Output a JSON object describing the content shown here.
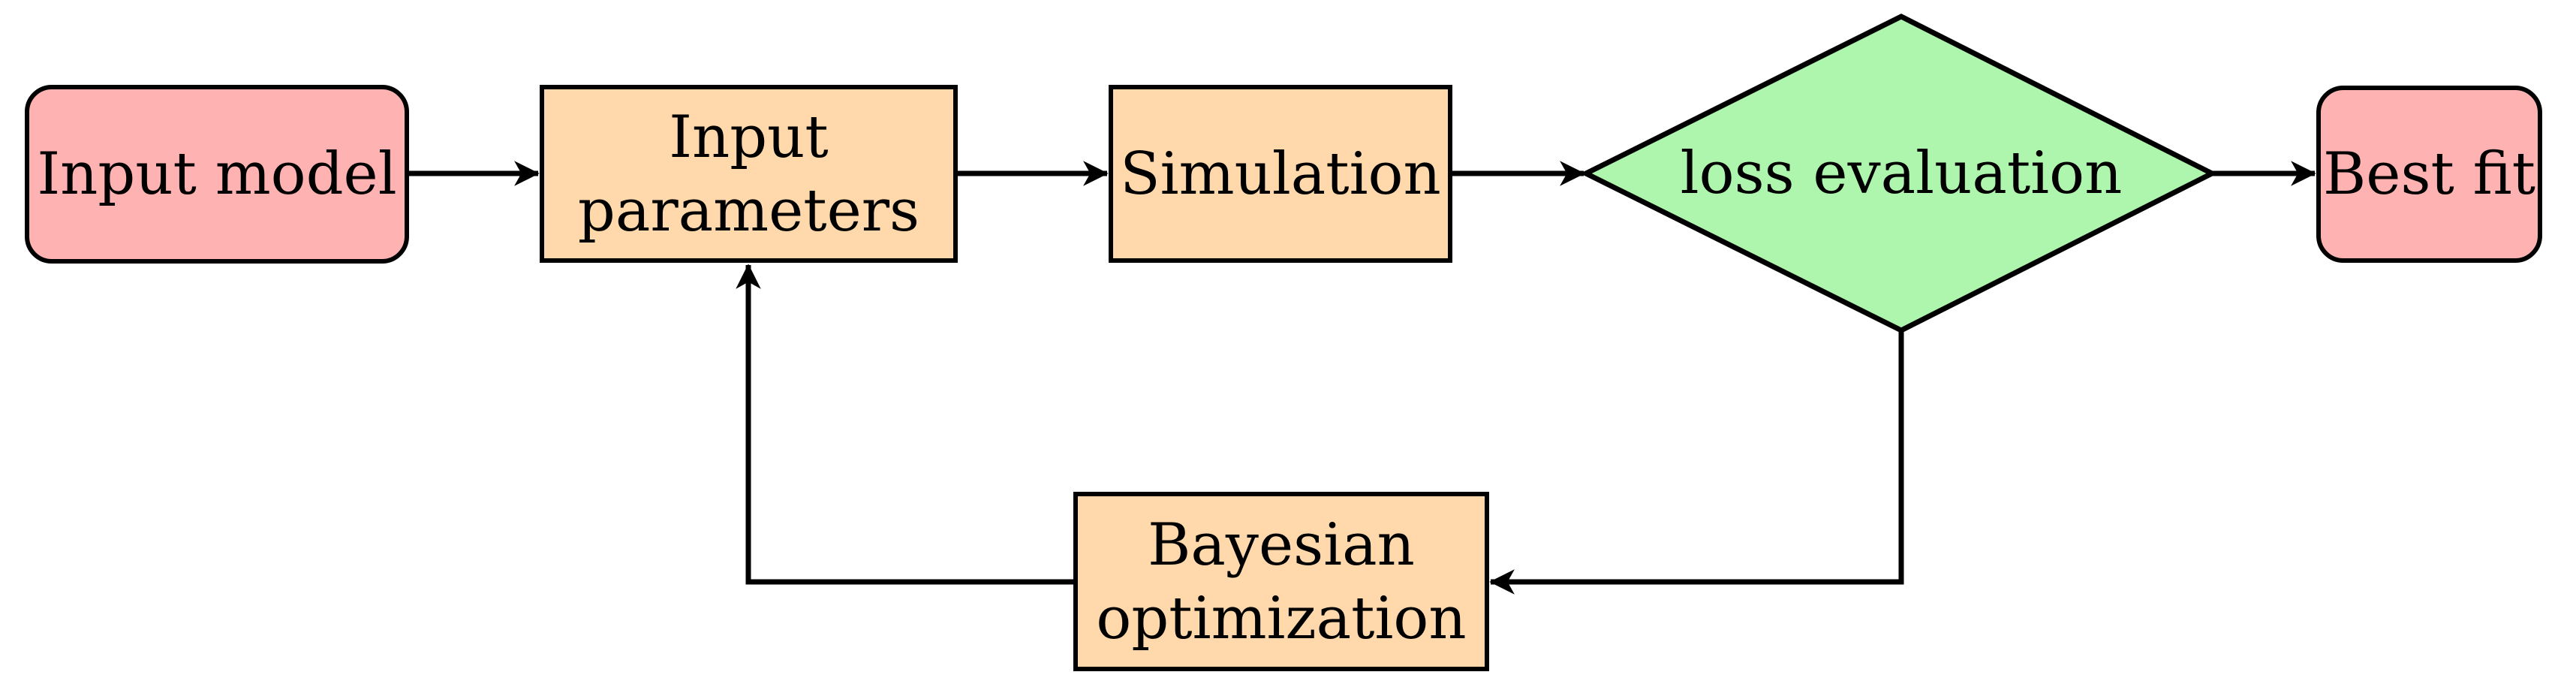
{
  "diagram": {
    "type": "flowchart",
    "nodes": {
      "input_model": {
        "label": "Input model",
        "shape": "rounded-rectangle",
        "fill": "#ffb2b2"
      },
      "input_parameters": {
        "label": "Input\nparameters",
        "shape": "rectangle",
        "fill": "#ffd9ac"
      },
      "simulation": {
        "label": "Simulation",
        "shape": "rectangle",
        "fill": "#ffd9ac"
      },
      "loss_evaluation": {
        "label": "loss evaluation",
        "shape": "diamond",
        "fill": "#aef5ae"
      },
      "best_fit": {
        "label": "Best fit",
        "shape": "rounded-rectangle",
        "fill": "#ffb2b2"
      },
      "bayesian_optimization": {
        "label": "Bayesian\noptimization",
        "shape": "rectangle",
        "fill": "#ffd9ac"
      }
    },
    "edges": [
      {
        "from": "input_model",
        "to": "input_parameters",
        "style": "arrow"
      },
      {
        "from": "input_parameters",
        "to": "simulation",
        "style": "arrow"
      },
      {
        "from": "simulation",
        "to": "loss_evaluation",
        "style": "arrow"
      },
      {
        "from": "loss_evaluation",
        "to": "best_fit",
        "style": "arrow"
      },
      {
        "from": "loss_evaluation",
        "to": "bayesian_optimization",
        "style": "arrow-elbow"
      },
      {
        "from": "bayesian_optimization",
        "to": "input_parameters",
        "style": "arrow-elbow"
      }
    ],
    "colors": {
      "node_pink": "#ffb2b2",
      "node_orange": "#ffd9ac",
      "node_green": "#aef5ae",
      "stroke": "#000000",
      "background": "#ffffff"
    }
  }
}
